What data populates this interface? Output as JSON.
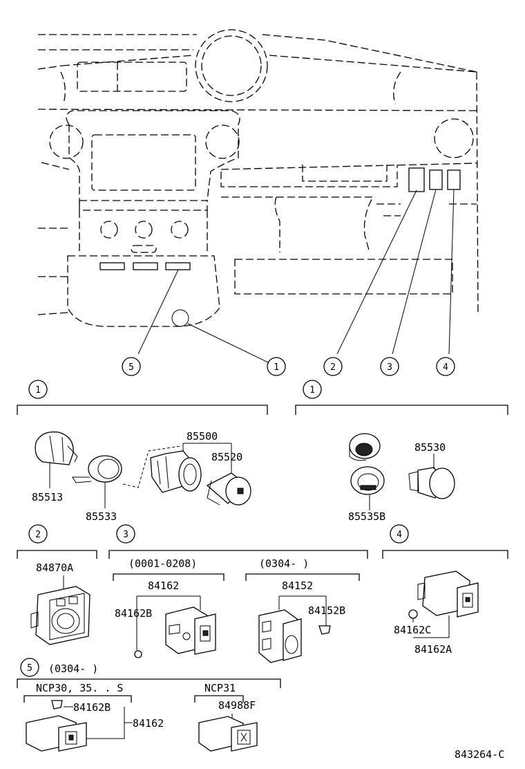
{
  "callouts": {
    "c1a": "1",
    "c2a": "2",
    "c3a": "3",
    "c4a": "4",
    "c5a": "5",
    "s1a": "1",
    "s1b": "1",
    "s2": "2",
    "s3": "3",
    "s4": "4",
    "s5": "5"
  },
  "groups": {
    "g3_left": "(0001-0208)",
    "g3_right": "(0304-      )",
    "g5": "(0304-      )",
    "g5_left": "NCP30, 35. . S",
    "g5_right": "NCP31"
  },
  "parts": {
    "p85500": "85500",
    "p85520": "85520",
    "p85513": "85513",
    "p85533": "85533",
    "p85530": "85530",
    "p85535B": "85535B",
    "p84870A": "84870A",
    "p84162_a": "84162",
    "p84162B_a": "84162B",
    "p84152": "84152",
    "p84152B": "84152B",
    "p84162C": "84162C",
    "p84162A": "84162A",
    "p84162B_b": "84162B",
    "p84162_b": "84162",
    "p84988F": "84988F"
  },
  "diagram_code": "843264-C"
}
